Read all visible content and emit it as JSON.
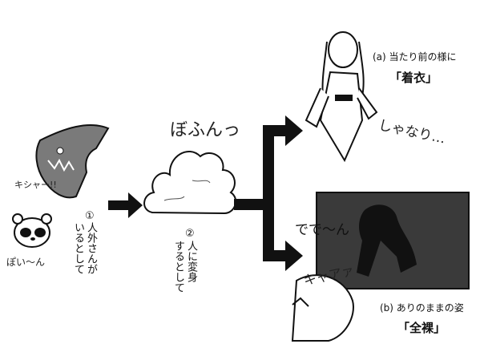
{
  "steps": {
    "step1": {
      "marker": "①",
      "text_col1": "人外さんが",
      "text_col2": "いるとして"
    },
    "step2": {
      "marker": "②",
      "text_col1": "人に変身",
      "text_col2": "するとして"
    }
  },
  "outcomes": {
    "a": {
      "caption": "(a) 当たり前の様に",
      "title": "「着衣」",
      "sfx": "しゃなり…"
    },
    "b": {
      "caption": "(b) ありのままの姿",
      "title": "「全裸」",
      "sfx_main": "でで〜ん",
      "sfx_scream": "キャアァ"
    }
  },
  "sfx": {
    "monster": "キシャー!!",
    "tanuki": "ぽい～ん",
    "smoke": "ぼふんっ"
  },
  "colors": {
    "ink": "#111111",
    "shade": "#7a7a7a",
    "dark_bg": "#3a3a3a"
  }
}
